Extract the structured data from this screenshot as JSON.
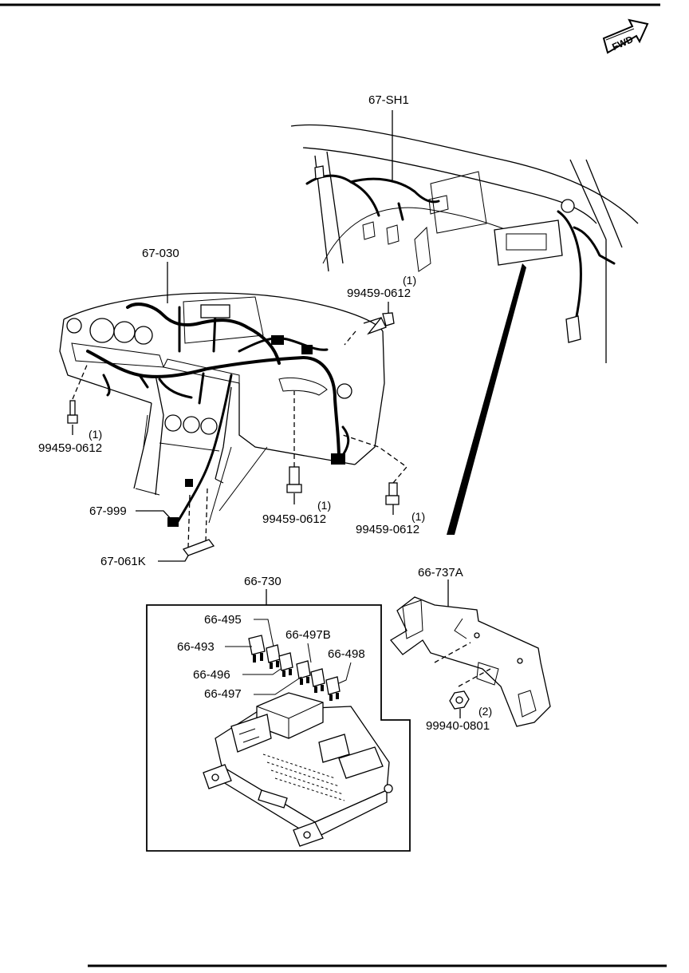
{
  "fwd_label": "FWD",
  "parts": [
    {
      "id": "p-67sh1",
      "number": "67-SH1",
      "qty": ""
    },
    {
      "id": "p-67030",
      "number": "67-030",
      "qty": ""
    },
    {
      "id": "p-bolt-a",
      "number": "99459-0612",
      "qty": "(1)"
    },
    {
      "id": "p-bolt-b",
      "number": "99459-0612",
      "qty": "(1)"
    },
    {
      "id": "p-bolt-c",
      "number": "99459-0612",
      "qty": "(1)"
    },
    {
      "id": "p-bolt-d",
      "number": "99459-0612",
      "qty": "(1)"
    },
    {
      "id": "p-67999",
      "number": "67-999",
      "qty": ""
    },
    {
      "id": "p-67061k",
      "number": "67-061K",
      "qty": ""
    },
    {
      "id": "p-66730",
      "number": "66-730",
      "qty": ""
    },
    {
      "id": "p-66495",
      "number": "66-495",
      "qty": ""
    },
    {
      "id": "p-66493",
      "number": "66-493",
      "qty": ""
    },
    {
      "id": "p-66497b",
      "number": "66-497B",
      "qty": ""
    },
    {
      "id": "p-66496",
      "number": "66-496",
      "qty": ""
    },
    {
      "id": "p-66498",
      "number": "66-498",
      "qty": ""
    },
    {
      "id": "p-66497",
      "number": "66-497",
      "qty": ""
    },
    {
      "id": "p-66737a",
      "number": "66-737A",
      "qty": ""
    },
    {
      "id": "p-nut",
      "number": "99940-0801",
      "qty": "(2)"
    }
  ]
}
